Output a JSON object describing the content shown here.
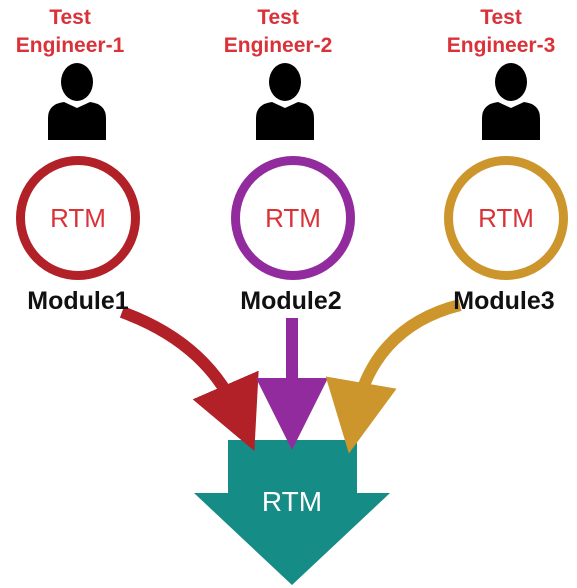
{
  "engineers": [
    {
      "line1": "Test",
      "line2": "Engineer-1",
      "circle_label": "RTM",
      "module": "Module1",
      "color": "#b22028"
    },
    {
      "line1": "Test",
      "line2": "Engineer-2",
      "circle_label": "RTM",
      "module": "Module2",
      "color": "#922c9e"
    },
    {
      "line1": "Test",
      "line2": "Engineer-3",
      "circle_label": "RTM",
      "module": "Module3",
      "color": "#cc962d"
    }
  ],
  "final": {
    "label": "RTM",
    "color": "#158c86"
  },
  "colors": {
    "label_red": "#d93239",
    "person_icon": "#000000"
  },
  "icons": {
    "person": "person-icon"
  }
}
